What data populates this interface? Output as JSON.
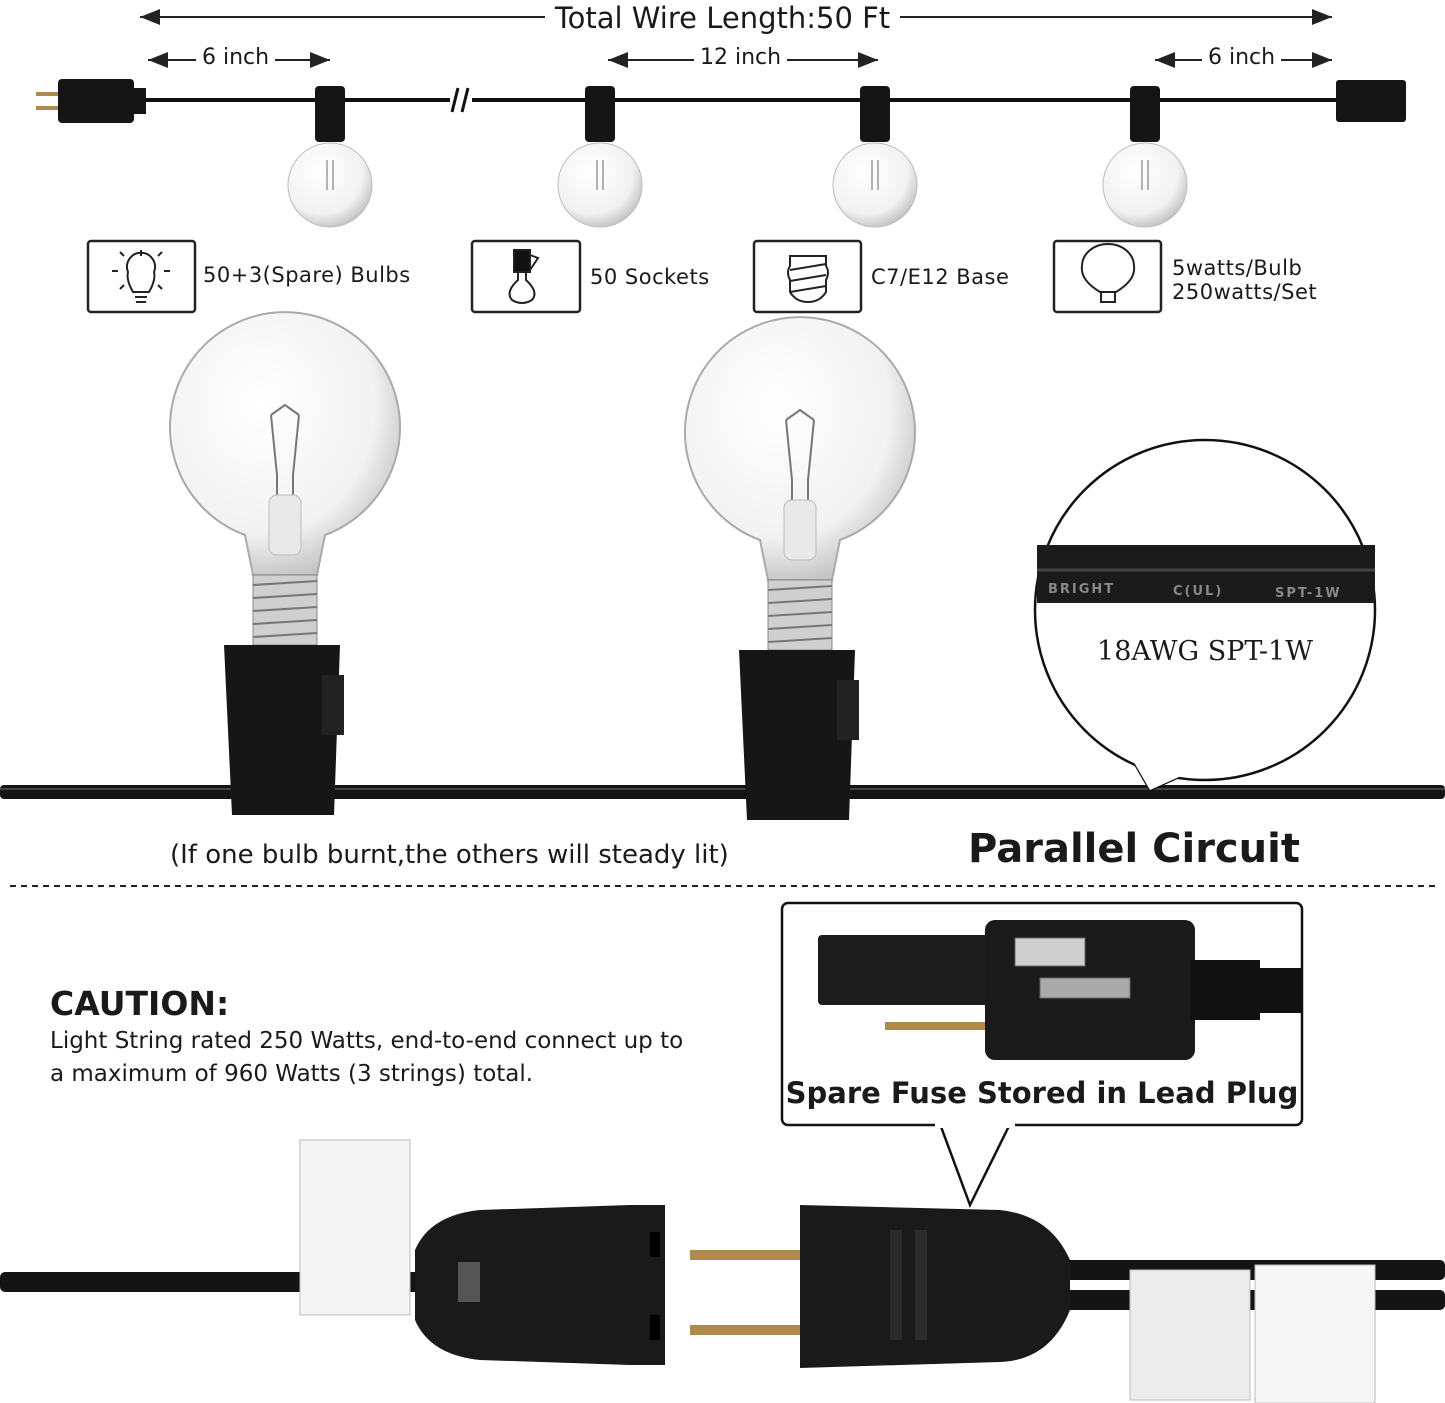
{
  "header": {
    "total_length": "Total Wire Length:50 Ft",
    "left_spacing": "6 inch",
    "middle_spacing": "12 inch",
    "right_spacing": "6 inch"
  },
  "features": [
    {
      "icon": "light-bulb-rays-icon",
      "label": "50+3(Spare) Bulbs"
    },
    {
      "icon": "socket-bulb-icon",
      "label": "50 Sockets"
    },
    {
      "icon": "screw-base-icon",
      "label": "C7/E12 Base"
    },
    {
      "icon": "globe-bulb-icon",
      "label": "5watts/Bulb",
      "label2": "250watts/Set"
    }
  ],
  "callout_wire": {
    "cable_print": [
      "BRIGHT",
      "C(UL)",
      "SPT-1W"
    ],
    "label": "18AWG SPT-1W"
  },
  "parallel": {
    "note": "(If one bulb burnt,the others will steady lit)",
    "title": "Parallel Circuit"
  },
  "caution": {
    "title": "CAUTION:",
    "line1": "Light String rated 250 Watts, end-to-end connect up to",
    "line2": "a maximum of 960 Watts  (3 strings) total."
  },
  "fuse_callout": {
    "label": "Spare Fuse Stored in Lead Plug"
  },
  "colors": {
    "ink": "#1a1a1a",
    "cable": "#111111",
    "prong": "#b08a4a"
  }
}
